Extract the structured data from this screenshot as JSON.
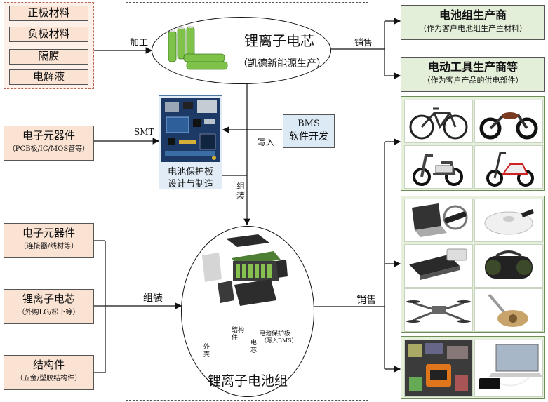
{
  "materials": {
    "items": [
      "正极材料",
      "负极材料",
      "隔膜",
      "电解液"
    ]
  },
  "cell": {
    "title": "锂离子电芯",
    "subtitle": "（凯德新能源生产）"
  },
  "left_inputs": [
    {
      "title": "电子元器件",
      "sub": "（PCB板/IC/MOS管等）"
    },
    {
      "title": "电子元器件",
      "sub": "（连接器/线材等）"
    },
    {
      "title": "锂离子电芯",
      "sub": "（外购LG/松下等）"
    },
    {
      "title": "结构件",
      "sub": "（五金/塑胶结构件）"
    }
  ],
  "bms": {
    "line1": "BMS",
    "line2": "软件开发"
  },
  "pcb": {
    "caption_line1": "电池保护板",
    "caption_line2": "设计与制造"
  },
  "pack": {
    "title": "锂离子电池组",
    "labels": {
      "shell": "外壳",
      "structure": "结构件",
      "cell": "电芯",
      "pcb_line1": "电池保护板",
      "pcb_line2": "（写入BMS）"
    }
  },
  "customers": [
    {
      "title": "电池组生产商",
      "sub": "（作为客户电池组生产主材料）"
    },
    {
      "title": "电动工具生产商等",
      "sub": "（作为客户产品的供电部件）"
    }
  ],
  "flow_labels": {
    "process": "加工",
    "sales1": "销售",
    "smt": "SMT",
    "write": "写入",
    "assemble_vertical": "组装",
    "assemble": "组装",
    "sales2": "销售"
  },
  "product_icons": {
    "group1": [
      "bicycle-icon",
      "motorcycle-icon",
      "e-scooter-icon",
      "scooter-icon"
    ],
    "group2": [
      "laptop-icon",
      "robot-vacuum-icon",
      "power-bank-icon",
      "speaker-icon",
      "drone-icon",
      "vacuum-icon"
    ],
    "group3": [
      "power-station-icon",
      "laptop-charger-icon"
    ]
  },
  "colors": {
    "peach": "#fbe3d4",
    "green": "#e3efd9",
    "blue": "#dceaf6",
    "battery_green": "#7ec24a"
  }
}
